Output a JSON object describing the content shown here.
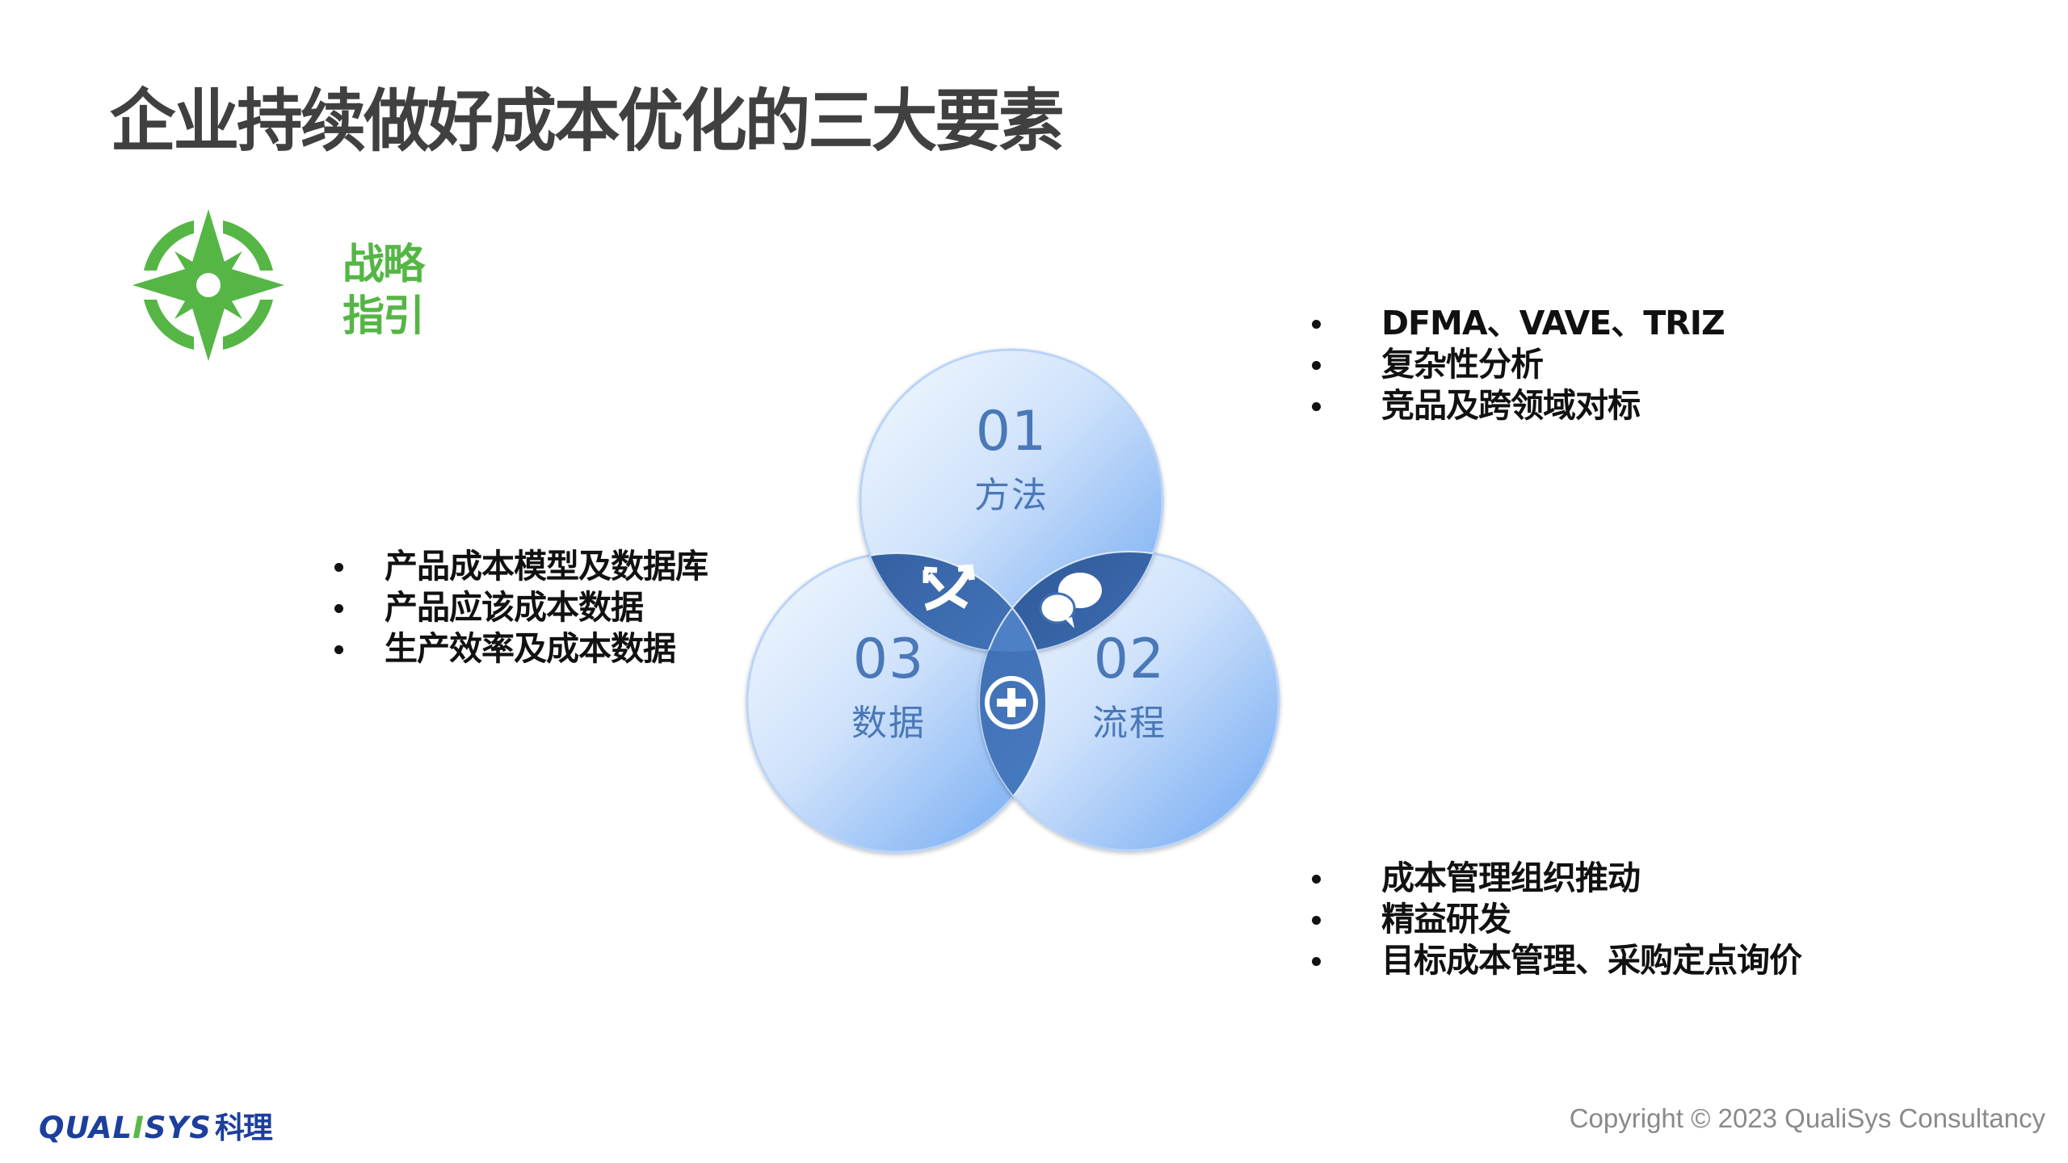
{
  "slide": {
    "title": "企业持续做好成本优化的三大要素"
  },
  "strategy": {
    "icon": "compass-icon",
    "line1": "战略",
    "line2": "指引",
    "color": "#55b645"
  },
  "venn": {
    "circles": [
      {
        "number": "01",
        "label": "方法"
      },
      {
        "number": "02",
        "label": "流程"
      },
      {
        "number": "03",
        "label": "数据"
      }
    ],
    "intersection_icons": [
      {
        "between": "01-03",
        "icon": "split-arrows-icon"
      },
      {
        "between": "01-02",
        "icon": "chat-bubbles-icon"
      },
      {
        "between": "02-03",
        "icon": "plus-circle-icon"
      }
    ],
    "colors": {
      "circle_light": "#eef5fe",
      "circle_dark": "#74abf3",
      "lens": "#3f6fb3",
      "label": "#4a78b8"
    }
  },
  "bullets": {
    "method": [
      "DFMA、VAVE、TRIZ",
      "复杂性分析",
      "竞品及跨领域对标"
    ],
    "data": [
      "产品成本模型及数据库",
      "产品应该成本数据",
      "生产效率及成本数据"
    ],
    "process": [
      "成本管理组织推动",
      "精益研发",
      "目标成本管理、采购定点询价"
    ]
  },
  "footer": {
    "logo_pre": "QUAL",
    "logo_accent": "I",
    "logo_post": "SYS",
    "logo_cn": "科理",
    "copyright": "Copyright © 2023 QualiSys Consultancy"
  }
}
